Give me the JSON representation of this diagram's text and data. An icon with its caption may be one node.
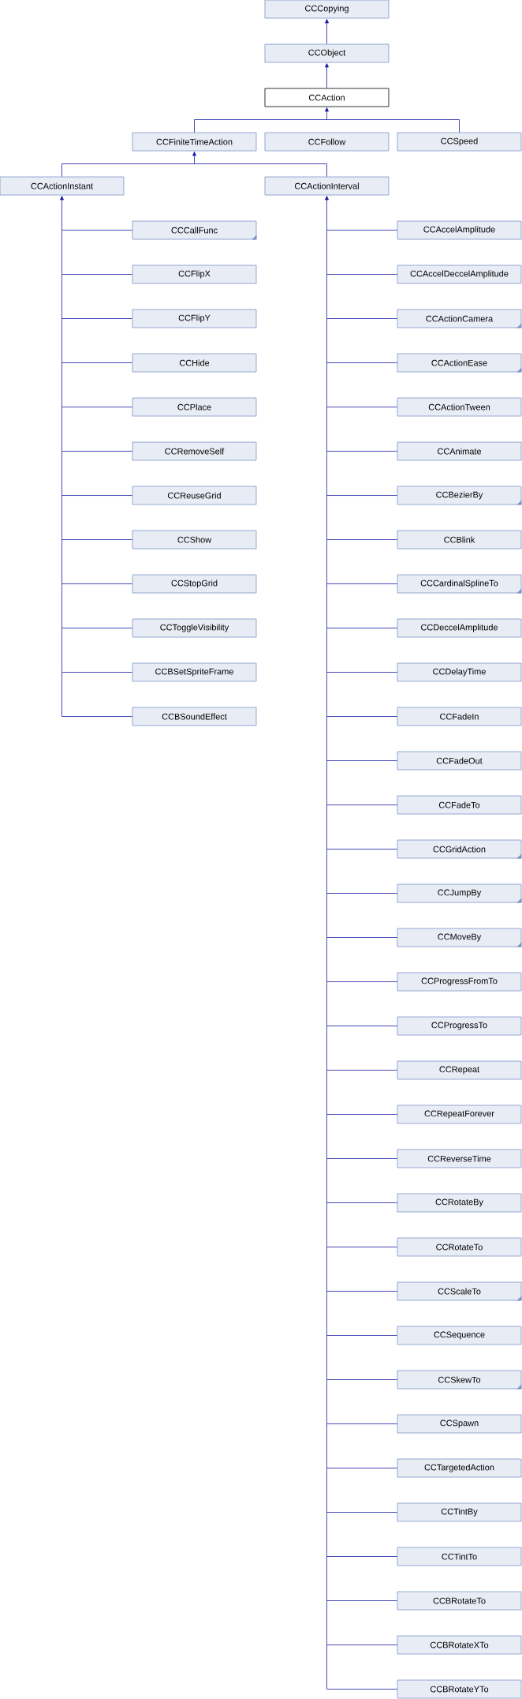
{
  "diagram": {
    "nodes": [
      {
        "text": [
          "CCCopying"
        ]
      },
      {
        "text": [
          "CCObject"
        ]
      },
      {
        "text": [
          "CCAction"
        ]
      },
      {
        "text": [
          "CCFiniteTimeAction"
        ]
      },
      {
        "text": [
          "CCFollow"
        ]
      },
      {
        "text": [
          "CCSpeed"
        ]
      },
      {
        "text": [
          "CCActionInstant"
        ]
      },
      {
        "text": [
          "CCActionInterval"
        ]
      },
      {
        "text": [
          "CCCallFunc"
        ]
      },
      {
        "text": [
          "CCFlipX"
        ]
      },
      {
        "text": [
          "CCFlipY"
        ]
      },
      {
        "text": [
          "CCHide"
        ]
      },
      {
        "text": [
          "CCPlace"
        ]
      },
      {
        "text": [
          "CCRemoveSelf"
        ]
      },
      {
        "text": [
          "CCReuseGrid"
        ]
      },
      {
        "text": [
          "CCShow"
        ]
      },
      {
        "text": [
          "CCStopGrid"
        ]
      },
      {
        "text": [
          "CCToggleVisibility"
        ]
      },
      {
        "text": [
          "CCBSetSpriteFrame"
        ]
      },
      {
        "text": [
          "CCBSoundEffect"
        ]
      },
      {
        "text": [
          "CCAccelAmplitude"
        ]
      },
      {
        "text": [
          "CCAccelDeccelAmplitude"
        ]
      },
      {
        "text": [
          "CCActionCamera"
        ]
      },
      {
        "text": [
          "CCActionEase"
        ]
      },
      {
        "text": [
          "CCActionTween"
        ]
      },
      {
        "text": [
          "CCAnimate"
        ]
      },
      {
        "text": [
          "CCBezierBy"
        ]
      },
      {
        "text": [
          "CCBlink"
        ]
      },
      {
        "text": [
          "CCCardinalSplineTo"
        ]
      },
      {
        "text": [
          "CCDeccelAmplitude"
        ]
      },
      {
        "text": [
          "CCDelayTime"
        ]
      },
      {
        "text": [
          "CCFadeIn"
        ]
      },
      {
        "text": [
          "CCFadeOut"
        ]
      },
      {
        "text": [
          "CCFadeTo"
        ]
      },
      {
        "text": [
          "CCGridAction"
        ]
      },
      {
        "text": [
          "CCJumpBy"
        ]
      },
      {
        "text": [
          "CCMoveBy"
        ]
      },
      {
        "text": [
          "CCProgressFromTo"
        ]
      },
      {
        "text": [
          "CCProgressTo"
        ]
      },
      {
        "text": [
          "CCRepeat"
        ]
      },
      {
        "text": [
          "CCRepeatForever"
        ]
      },
      {
        "text": [
          "CCReverseTime"
        ]
      },
      {
        "text": [
          "CCRotateBy"
        ]
      },
      {
        "text": [
          "CCRotateTo"
        ]
      },
      {
        "text": [
          "CCScaleTo"
        ]
      },
      {
        "text": [
          "CCSequence"
        ]
      },
      {
        "text": [
          "CCSkewTo"
        ]
      },
      {
        "text": [
          "CCSpawn"
        ]
      },
      {
        "text": [
          "CCTargetedAction"
        ]
      },
      {
        "text": [
          "CCTintBy"
        ]
      },
      {
        "text": [
          "CCTintTo"
        ]
      },
      {
        "text": [
          "CCBRotateTo"
        ]
      },
      {
        "text": [
          "CCBRotateXTo"
        ]
      },
      {
        "text": [
          "CCBRotateYTo"
        ]
      }
    ],
    "edges": [
      {
        "from": 1,
        "to": 0,
        "arrow": "to"
      },
      {
        "from": 2,
        "to": 1,
        "arrow": "to"
      },
      {
        "from": 3,
        "to": 2,
        "arrow": "to"
      },
      {
        "from": 4,
        "to": 2,
        "arrow": "to"
      },
      {
        "from": 5,
        "to": 2,
        "arrow": "to"
      },
      {
        "from": 6,
        "to": 3,
        "arrow": "to"
      },
      {
        "from": 7,
        "to": 3,
        "arrow": "to"
      },
      {
        "from": 8,
        "to": 6,
        "arrow": "to"
      },
      {
        "from": 9,
        "to": 6,
        "arrow": "to"
      },
      {
        "from": 10,
        "to": 6,
        "arrow": "to"
      },
      {
        "from": 11,
        "to": 6,
        "arrow": "to"
      },
      {
        "from": 12,
        "to": 6,
        "arrow": "to"
      },
      {
        "from": 13,
        "to": 6,
        "arrow": "to"
      },
      {
        "from": 14,
        "to": 6,
        "arrow": "to"
      },
      {
        "from": 15,
        "to": 6,
        "arrow": "to"
      },
      {
        "from": 16,
        "to": 6,
        "arrow": "to"
      },
      {
        "from": 17,
        "to": 6,
        "arrow": "to"
      },
      {
        "from": 18,
        "to": 6,
        "arrow": "to"
      },
      {
        "from": 19,
        "to": 6,
        "arrow": "to"
      },
      {
        "from": 20,
        "to": 7,
        "arrow": "to"
      },
      {
        "from": 21,
        "to": 7,
        "arrow": "to"
      },
      {
        "from": 22,
        "to": 7,
        "arrow": "to"
      },
      {
        "from": 23,
        "to": 7,
        "arrow": "to"
      },
      {
        "from": 24,
        "to": 7,
        "arrow": "to"
      },
      {
        "from": 25,
        "to": 7,
        "arrow": "to"
      },
      {
        "from": 26,
        "to": 7,
        "arrow": "to"
      },
      {
        "from": 27,
        "to": 7,
        "arrow": "to"
      },
      {
        "from": 28,
        "to": 7,
        "arrow": "to"
      },
      {
        "from": 29,
        "to": 7,
        "arrow": "to"
      },
      {
        "from": 30,
        "to": 7,
        "arrow": "to"
      },
      {
        "from": 31,
        "to": 7,
        "arrow": "to"
      },
      {
        "from": 32,
        "to": 7,
        "arrow": "to"
      },
      {
        "from": 33,
        "to": 7,
        "arrow": "to"
      },
      {
        "from": 34,
        "to": 7,
        "arrow": "to"
      },
      {
        "from": 35,
        "to": 7,
        "arrow": "to"
      },
      {
        "from": 36,
        "to": 7,
        "arrow": "to"
      },
      {
        "from": 37,
        "to": 7,
        "arrow": "to"
      },
      {
        "from": 38,
        "to": 7,
        "arrow": "to"
      },
      {
        "from": 39,
        "to": 7,
        "arrow": "to"
      },
      {
        "from": 40,
        "to": 7,
        "arrow": "to"
      },
      {
        "from": 41,
        "to": 7,
        "arrow": "to"
      },
      {
        "from": 42,
        "to": 7,
        "arrow": "to"
      },
      {
        "from": 43,
        "to": 7,
        "arrow": "to"
      },
      {
        "from": 44,
        "to": 7,
        "arrow": "to"
      },
      {
        "from": 45,
        "to": 7,
        "arrow": "to"
      },
      {
        "from": 46,
        "to": 7,
        "arrow": "to"
      },
      {
        "from": 47,
        "to": 7,
        "arrow": "to"
      },
      {
        "from": 48,
        "to": 7,
        "arrow": "to"
      },
      {
        "from": 49,
        "to": 7,
        "arrow": "to"
      },
      {
        "from": 50,
        "to": 7,
        "arrow": "to"
      },
      {
        "from": 51,
        "to": 7,
        "arrow": "to"
      },
      {
        "from": 52,
        "to": 7,
        "arrow": "to"
      },
      {
        "from": 53,
        "to": 7,
        "arrow": "to"
      }
    ]
  }
}
